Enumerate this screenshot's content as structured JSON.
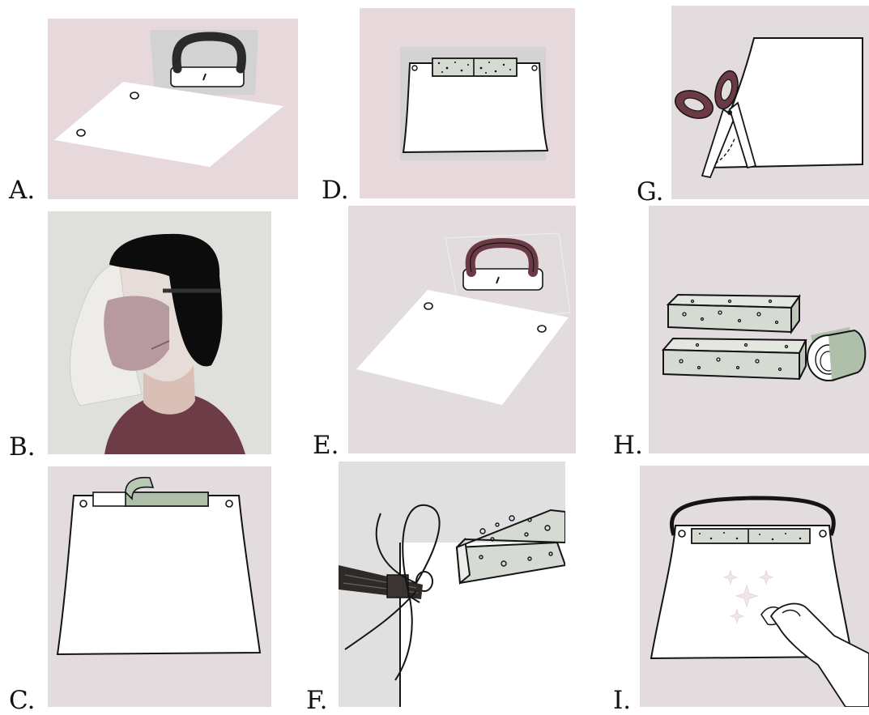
{
  "panels": [
    {
      "label": "A.",
      "scene": "hole-punch-and-holed-sheet",
      "background": "#e7d9db"
    },
    {
      "label": "B.",
      "scene": "person-wearing-face-shield-and-mask",
      "background": "#dfe0dc"
    },
    {
      "label": "C.",
      "scene": "tape-strip-on-sheet",
      "background": "#e3dcdf"
    },
    {
      "label": "D.",
      "scene": "sponge-strip-on-sheet",
      "background": "#e7d9db"
    },
    {
      "label": "E.",
      "scene": "hole-punch-and-sheet",
      "background": "#e3dcdf"
    },
    {
      "label": "F.",
      "scene": "elastic-threaded-through-hole",
      "background": "#e1e0e0"
    },
    {
      "label": "G.",
      "scene": "scissors-cutting-corner",
      "background": "#e3dcdf"
    },
    {
      "label": "H.",
      "scene": "sponge-blocks-and-tape-roll",
      "background": "#e3dcdf"
    },
    {
      "label": "I.",
      "scene": "cleaning-finished-shield",
      "background": "#e3dcdf"
    }
  ],
  "colors": {
    "line": "#141414",
    "sheet": "#ffffff",
    "punch_dark": "#2a2a2a",
    "punch_maroon": "#6b3a44",
    "sponge": "#d5dbd2",
    "tape": "#aebfaa",
    "hair": "#0c0c0c",
    "skin": "#d9bfb6",
    "mask": "#b79aa0",
    "shirt": "#6e3c47"
  }
}
